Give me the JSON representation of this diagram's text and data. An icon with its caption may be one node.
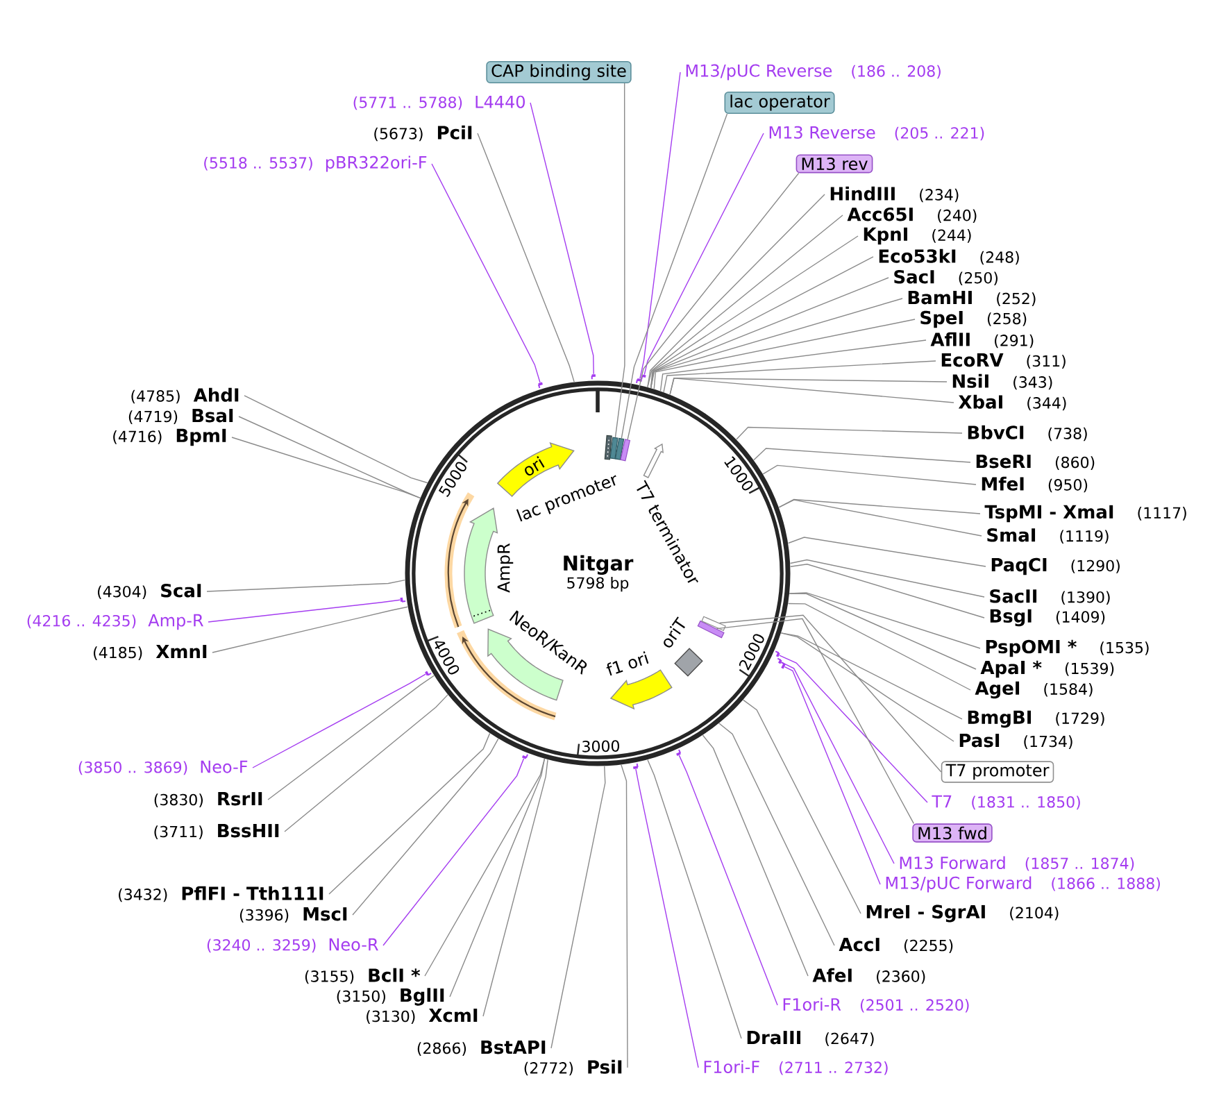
{
  "diagram": {
    "nodes": [
      {
        "text": [
          "Nitgar",
          "5798 bp"
        ]
      },
      {
        "text": [
          "ori"
        ],
        "in": 0
      },
      {
        "text": [
          "lac promoter"
        ],
        "in": 0
      },
      {
        "text": [],
        "shape": "box",
        "in": 0
      },
      {
        "text": [],
        "shape": "box",
        "in": 0
      },
      {
        "text": [],
        "shape": "box",
        "in": 0
      },
      {
        "text": [
          "T7 terminator"
        ],
        "in": 0
      },
      {
        "text": [
          "AmpR"
        ],
        "in": 0
      },
      {
        "text": [
          "NeoR/KanR"
        ],
        "in": 0
      },
      {
        "text": [
          "f1 ori"
        ],
        "in": 0
      },
      {
        "text": [
          "oriT"
        ],
        "in": 0
      },
      {
        "text": [],
        "shape": "box",
        "in": 0
      },
      {
        "text": [],
        "shape": "box",
        "in": 0
      },
      {
        "text": [
          "CAP binding site"
        ]
      },
      {
        "text": [
          "M13/pUC Reverse",
          "(186 .. 208)"
        ]
      },
      {
        "text": [
          "lac operator"
        ]
      },
      {
        "text": [
          "M13 Reverse",
          "(205 .. 221)"
        ]
      },
      {
        "text": [
          "M13 rev"
        ]
      },
      {
        "text": [
          "HindIII",
          "(234)"
        ]
      },
      {
        "text": [
          "Acc65I",
          "(240)"
        ]
      },
      {
        "text": [
          "KpnI",
          "(244)"
        ]
      },
      {
        "text": [
          "Eco53kI",
          "(248)"
        ]
      },
      {
        "text": [
          "SacI",
          "(250)"
        ]
      },
      {
        "text": [
          "BamHI",
          "(252)"
        ]
      },
      {
        "text": [
          "SpeI",
          "(258)"
        ]
      },
      {
        "text": [
          "AflII",
          "(291)"
        ]
      },
      {
        "text": [
          "EcoRV",
          "(311)"
        ]
      },
      {
        "text": [
          "NsiI",
          "(343)"
        ]
      },
      {
        "text": [
          "XbaI",
          "(344)"
        ]
      },
      {
        "text": [
          "BbvCI",
          "(738)"
        ]
      },
      {
        "text": [
          "BseRI",
          "(860)"
        ]
      },
      {
        "text": [
          "MfeI",
          "(950)"
        ]
      },
      {
        "text": [
          "TspMI - XmaI",
          "(1117)"
        ]
      },
      {
        "text": [
          "SmaI",
          "(1119)"
        ]
      },
      {
        "text": [
          "PaqCI",
          "(1290)"
        ]
      },
      {
        "text": [
          "SacII",
          "(1390)"
        ]
      },
      {
        "text": [
          "BsgI",
          "(1409)"
        ]
      },
      {
        "text": [
          "PspOMI *",
          "(1535)"
        ]
      },
      {
        "text": [
          "ApaI *",
          "(1539)"
        ]
      },
      {
        "text": [
          "AgeI",
          "(1584)"
        ]
      },
      {
        "text": [
          "BmgBI",
          "(1729)"
        ]
      },
      {
        "text": [
          "PasI",
          "(1734)"
        ]
      },
      {
        "text": [
          "T7 promoter"
        ]
      },
      {
        "text": [
          "T7",
          "(1831 .. 1850)"
        ]
      },
      {
        "text": [
          "M13 fwd"
        ]
      },
      {
        "text": [
          "M13 Forward",
          "(1857 .. 1874)"
        ]
      },
      {
        "text": [
          "M13/pUC Forward",
          "(1866 .. 1888)"
        ]
      },
      {
        "text": [
          "MreI - SgrAI",
          "(2104)"
        ]
      },
      {
        "text": [
          "AccI",
          "(2255)"
        ]
      },
      {
        "text": [
          "AfeI",
          "(2360)"
        ]
      },
      {
        "text": [
          "F1ori-R",
          "(2501 .. 2520)"
        ]
      },
      {
        "text": [
          "DraIII",
          "(2647)"
        ]
      },
      {
        "text": [
          "F1ori-F",
          "(2711 .. 2732)"
        ]
      },
      {
        "text": [
          "(2772)",
          "PsiI"
        ]
      },
      {
        "text": [
          "(2866)",
          "BstAPI"
        ]
      },
      {
        "text": [
          "(3130)",
          "XcmI"
        ]
      },
      {
        "text": [
          "(3150)",
          "BglII"
        ]
      },
      {
        "text": [
          "(3155)",
          "BclI *"
        ]
      },
      {
        "text": [
          "(3240 .. 3259)",
          "Neo-R"
        ]
      },
      {
        "text": [
          "(3396)",
          "MscI"
        ]
      },
      {
        "text": [
          "(3432)",
          "PflFI - Tth111I"
        ]
      },
      {
        "text": [
          "(3711)",
          "BssHII"
        ]
      },
      {
        "text": [
          "(3830)",
          "RsrII"
        ]
      },
      {
        "text": [
          "(3850 .. 3869)",
          "Neo-F"
        ]
      },
      {
        "text": [
          "(4185)",
          "XmnI"
        ]
      },
      {
        "text": [
          "(4216 .. 4235)",
          "Amp-R"
        ]
      },
      {
        "text": [
          "(4304)",
          "ScaI"
        ]
      },
      {
        "text": [
          "(4716)",
          "BpmI"
        ]
      },
      {
        "text": [
          "(4719)",
          "BsaI"
        ]
      },
      {
        "text": [
          "(4785)",
          "AhdI"
        ]
      },
      {
        "text": [
          "(5518 .. 5537)",
          "pBR322ori-F"
        ]
      },
      {
        "text": [
          "(5673)",
          "PciI"
        ]
      },
      {
        "text": [
          "(5771 .. 5788)",
          "L4440"
        ]
      },
      {
        "text": [],
        "shape": "bar"
      },
      {
        "text": [],
        "shape": "bar"
      },
      {
        "text": [],
        "shape": "bar"
      },
      {
        "text": [],
        "shape": "bar"
      },
      {
        "text": [],
        "shape": "bar"
      },
      {
        "text": [],
        "shape": "bar"
      },
      {
        "text": [],
        "shape": "bar"
      },
      {
        "text": [],
        "shape": "bar"
      },
      {
        "text": [],
        "shape": "bar"
      },
      {
        "text": [],
        "shape": "bar"
      },
      {
        "text": [],
        "shape": "bar"
      },
      {
        "text": [],
        "shape": "bar"
      }
    ],
    "edges": [
      {
        "from": 13,
        "to": 3,
        "arrow": "none"
      },
      {
        "from": 14,
        "to": 73,
        "arrow": "none",
        "color": "#a43cf0"
      },
      {
        "from": 15,
        "to": 4,
        "arrow": "none"
      },
      {
        "from": 16,
        "to": 74,
        "arrow": "none",
        "color": "#a43cf0"
      },
      {
        "from": 17,
        "to": 5,
        "arrow": "none"
      },
      {
        "from": 18,
        "to": 0,
        "arrow": "none"
      },
      {
        "from": 19,
        "to": 0,
        "arrow": "none"
      },
      {
        "from": 20,
        "to": 0,
        "arrow": "none"
      },
      {
        "from": 21,
        "to": 0,
        "arrow": "none"
      },
      {
        "from": 22,
        "to": 0,
        "arrow": "none"
      },
      {
        "from": 23,
        "to": 0,
        "arrow": "none"
      },
      {
        "from": 24,
        "to": 0,
        "arrow": "none"
      },
      {
        "from": 25,
        "to": 0,
        "arrow": "none"
      },
      {
        "from": 26,
        "to": 0,
        "arrow": "none"
      },
      {
        "from": 27,
        "to": 0,
        "arrow": "none"
      },
      {
        "from": 28,
        "to": 0,
        "arrow": "none"
      },
      {
        "from": 29,
        "to": 0,
        "arrow": "none"
      },
      {
        "from": 30,
        "to": 0,
        "arrow": "none"
      },
      {
        "from": 31,
        "to": 0,
        "arrow": "none"
      },
      {
        "from": 32,
        "to": 0,
        "arrow": "none"
      },
      {
        "from": 33,
        "to": 0,
        "arrow": "none"
      },
      {
        "from": 34,
        "to": 0,
        "arrow": "none"
      },
      {
        "from": 35,
        "to": 0,
        "arrow": "none"
      },
      {
        "from": 36,
        "to": 0,
        "arrow": "none"
      },
      {
        "from": 37,
        "to": 0,
        "arrow": "none"
      },
      {
        "from": 38,
        "to": 0,
        "arrow": "none"
      },
      {
        "from": 39,
        "to": 0,
        "arrow": "none"
      },
      {
        "from": 40,
        "to": 0,
        "arrow": "none"
      },
      {
        "from": 41,
        "to": 0,
        "arrow": "none"
      },
      {
        "from": 42,
        "to": 12,
        "arrow": "none"
      },
      {
        "from": 43,
        "to": 75,
        "arrow": "none",
        "color": "#a43cf0"
      },
      {
        "from": 44,
        "to": 11,
        "arrow": "none"
      },
      {
        "from": 45,
        "to": 76,
        "arrow": "none",
        "color": "#a43cf0"
      },
      {
        "from": 46,
        "to": 77,
        "arrow": "none",
        "color": "#a43cf0"
      },
      {
        "from": 47,
        "to": 0,
        "arrow": "none"
      },
      {
        "from": 48,
        "to": 0,
        "arrow": "none"
      },
      {
        "from": 49,
        "to": 0,
        "arrow": "none"
      },
      {
        "from": 50,
        "to": 78,
        "arrow": "none",
        "color": "#a43cf0"
      },
      {
        "from": 51,
        "to": 0,
        "arrow": "none"
      },
      {
        "from": 52,
        "to": 79,
        "arrow": "none",
        "color": "#a43cf0"
      },
      {
        "from": 53,
        "to": 0,
        "arrow": "none"
      },
      {
        "from": 54,
        "to": 0,
        "arrow": "none"
      },
      {
        "from": 55,
        "to": 0,
        "arrow": "none"
      },
      {
        "from": 56,
        "to": 0,
        "arrow": "none"
      },
      {
        "from": 57,
        "to": 0,
        "arrow": "none"
      },
      {
        "from": 58,
        "to": 80,
        "arrow": "none",
        "color": "#a43cf0"
      },
      {
        "from": 59,
        "to": 0,
        "arrow": "none"
      },
      {
        "from": 60,
        "to": 0,
        "arrow": "none"
      },
      {
        "from": 61,
        "to": 0,
        "arrow": "none"
      },
      {
        "from": 62,
        "to": 0,
        "arrow": "none"
      },
      {
        "from": 63,
        "to": 81,
        "arrow": "none",
        "color": "#a43cf0"
      },
      {
        "from": 64,
        "to": 0,
        "arrow": "none"
      },
      {
        "from": 65,
        "to": 82,
        "arrow": "none",
        "color": "#a43cf0"
      },
      {
        "from": 66,
        "to": 0,
        "arrow": "none"
      },
      {
        "from": 67,
        "to": 0,
        "arrow": "none"
      },
      {
        "from": 68,
        "to": 0,
        "arrow": "none"
      },
      {
        "from": 69,
        "to": 0,
        "arrow": "none"
      },
      {
        "from": 70,
        "to": 83,
        "arrow": "none",
        "color": "#a43cf0"
      },
      {
        "from": 71,
        "to": 0,
        "arrow": "none"
      },
      {
        "from": 72,
        "to": 84,
        "arrow": "none",
        "color": "#a43cf0"
      }
    ],
    "labels": [
      "1000",
      "2000",
      "3000",
      "4000",
      "5000"
    ]
  }
}
